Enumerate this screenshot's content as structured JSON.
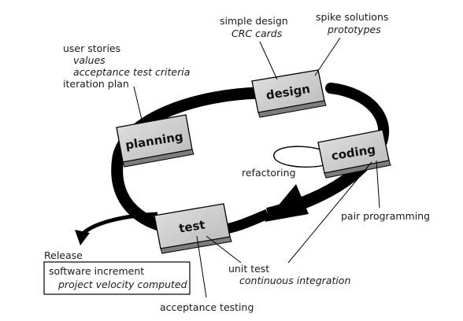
{
  "phases": {
    "planning": "planning",
    "design": "design",
    "coding": "coding",
    "test": "test"
  },
  "notes": {
    "planning": [
      "user stories",
      "values",
      "acceptance test criteria",
      "iteration plan"
    ],
    "design": [
      "simple design",
      "CRC cards"
    ],
    "spike": [
      "spike solutions",
      "prototypes"
    ],
    "refactoring": "refactoring",
    "pair_programming": "pair programming",
    "unit_test": [
      "unit test",
      "continuous integration"
    ],
    "acceptance_testing": "acceptance testing"
  },
  "release": {
    "title": "Release",
    "line1": "software increment",
    "line2": "project velocity computed"
  }
}
